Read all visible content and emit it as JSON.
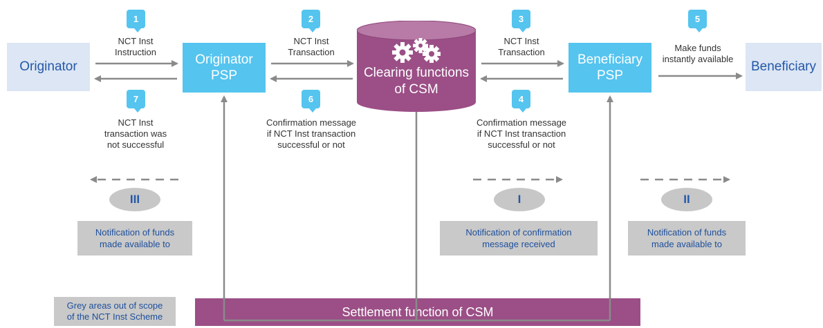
{
  "nodes": {
    "originator": "Originator",
    "originator_psp": [
      "Originator",
      "PSP"
    ],
    "clearing": [
      "Clearing functions",
      "of CSM"
    ],
    "beneficiary_psp": [
      "Beneficiary",
      "PSP"
    ],
    "beneficiary": "Beneficiary",
    "settlement": "Settlement function of CSM"
  },
  "steps": [
    {
      "num": "1",
      "lines": [
        "NCT Inst",
        "Instruction"
      ]
    },
    {
      "num": "2",
      "lines": [
        "NCT Inst",
        "Transaction"
      ]
    },
    {
      "num": "3",
      "lines": [
        "NCT Inst",
        "Transaction"
      ]
    },
    {
      "num": "4",
      "lines": [
        "Confirmation message",
        "if NCT Inst transaction",
        "successful or not"
      ]
    },
    {
      "num": "5",
      "lines": [
        "Make funds",
        "instantly available"
      ]
    },
    {
      "num": "6",
      "lines": [
        "Confirmation message",
        "if NCT Inst transaction",
        "successful or not"
      ]
    },
    {
      "num": "7",
      "lines": [
        "NCT Inst",
        "transaction was",
        "not successful"
      ]
    }
  ],
  "notifications": [
    {
      "num": "III",
      "lines": [
        "Notification of funds",
        "made available to"
      ]
    },
    {
      "num": "I",
      "lines": [
        "Notification of  confirmation",
        "message received"
      ]
    },
    {
      "num": "II",
      "lines": [
        "Notification of funds",
        "made available to"
      ]
    }
  ],
  "scope_note": [
    "Grey areas out of scope",
    "of the NCT Inst Scheme"
  ],
  "colors": {
    "psp_blue": "#55c4ef",
    "party_light": "#dce6f4",
    "csm_purple": "#9b4f86",
    "grey_area": "#c9c9c9",
    "text_blue": "#2458a8"
  }
}
